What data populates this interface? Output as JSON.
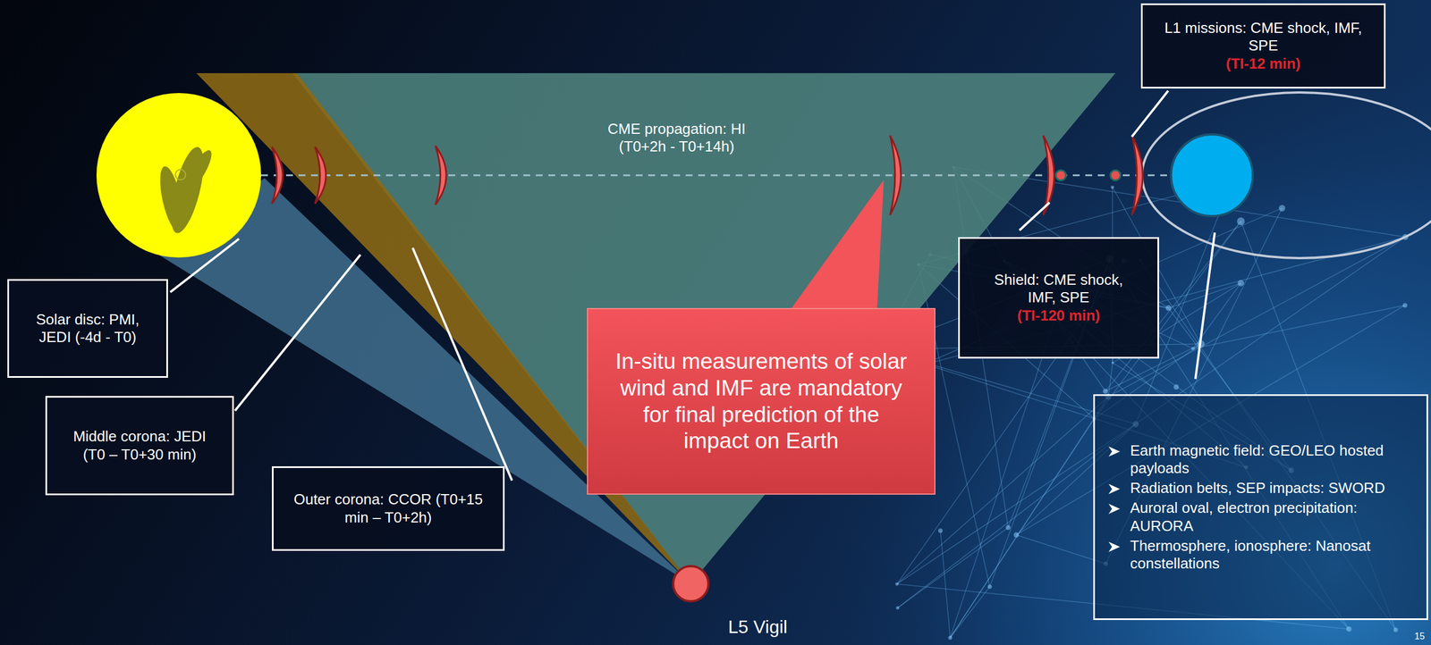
{
  "diagram": {
    "nodes": [
      {
        "text": [
          "L1 missions: CME shock, IMF, SPE",
          "(TI-12 min)"
        ]
      },
      {
        "text": [
          "Solar disc: PMI, JEDI (-4d - T0)"
        ]
      },
      {
        "text": [
          "Shield: CME shock, IMF, SPE",
          "(TI-120 min)"
        ]
      },
      {
        "text": [
          "In-situ measurements of solar wind and IMF are mandatory for final prediction of the impact on Earth"
        ]
      },
      {
        "text": [
          "Middle corona: JEDI (T0 – T0+30 min)"
        ]
      },
      {
        "text": [
          "Earth magnetic field: GEO/LEO hosted payloads",
          "Radiation belts, SEP impacts: SWORD",
          "Auroral oval, electron precipitation: AURORA",
          "Thermosphere, ionosphere: Nanosat constellations"
        ]
      },
      {
        "text": [
          "Outer corona: CCOR (T0+15 min – T0+2h)"
        ]
      }
    ],
    "labels": [
      "CME propagation: HI (T0+2h - T0+14h)",
      "L5 Vigil",
      "15"
    ]
  }
}
